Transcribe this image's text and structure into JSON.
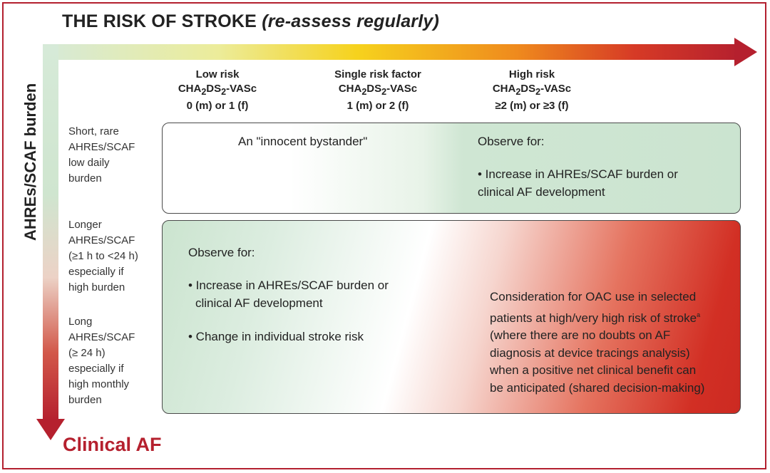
{
  "title": {
    "main": "THE RISK OF STROKE",
    "sub": "(re-assess regularly)"
  },
  "axes": {
    "vertical_label": "AHREs/SCAF burden",
    "bottom_label": "Clinical AF"
  },
  "columns": [
    {
      "line1": "Low risk",
      "line2": "CHA",
      "sub1": "2",
      "mid": "DS",
      "sub2": "2",
      "tail": "-VASc",
      "line3": "0 (m) or 1 (f)"
    },
    {
      "line1": "Single risk factor",
      "line2": "CHA",
      "sub1": "2",
      "mid": "DS",
      "sub2": "2",
      "tail": "-VASc",
      "line3": "1 (m) or 2 (f)"
    },
    {
      "line1": "High risk",
      "line2": "CHA",
      "sub1": "2",
      "mid": "DS",
      "sub2": "2",
      "tail": "-VASc",
      "line3": "≥2 (m) or ≥3 (f)"
    }
  ],
  "rows": [
    {
      "lines": [
        "Short, rare",
        "AHREs/SCAF",
        "low daily",
        "burden"
      ]
    },
    {
      "lines": [
        "Longer",
        "AHREs/SCAF",
        "(≥1 h to <24 h)",
        "especially if",
        "high burden"
      ]
    },
    {
      "lines": [
        "Long",
        "AHREs/SCAF",
        "(≥ 24 h)",
        "especially if",
        "high monthly",
        "burden"
      ]
    }
  ],
  "top_box": {
    "bystander": "An \"innocent bystander\"",
    "observe": "Observe for:",
    "bullet_line1": "• Increase in AHREs/SCAF burden or",
    "bullet_line2": "clinical AF development"
  },
  "bottom_box": {
    "observe": "Observe for:",
    "bullet1_line1": "• Increase in AHREs/SCAF burden or",
    "bullet1_line2": "clinical AF development",
    "bullet2": "• Change in individual stroke risk",
    "oac_lines": [
      "Consideration for OAC use in selected",
      "patients at high/very high risk of stroke",
      "(where there are no doubts on AF",
      "diagnosis at device tracings analysis)",
      "when a positive net clinical benefit can",
      "be anticipated (shared decision-making)"
    ],
    "oac_footnote": "a"
  },
  "colors": {
    "brand_red": "#b5202e",
    "green_tint": "#cbe4d0",
    "yellow": "#f6d21d",
    "orange": "#ef8a1d"
  }
}
